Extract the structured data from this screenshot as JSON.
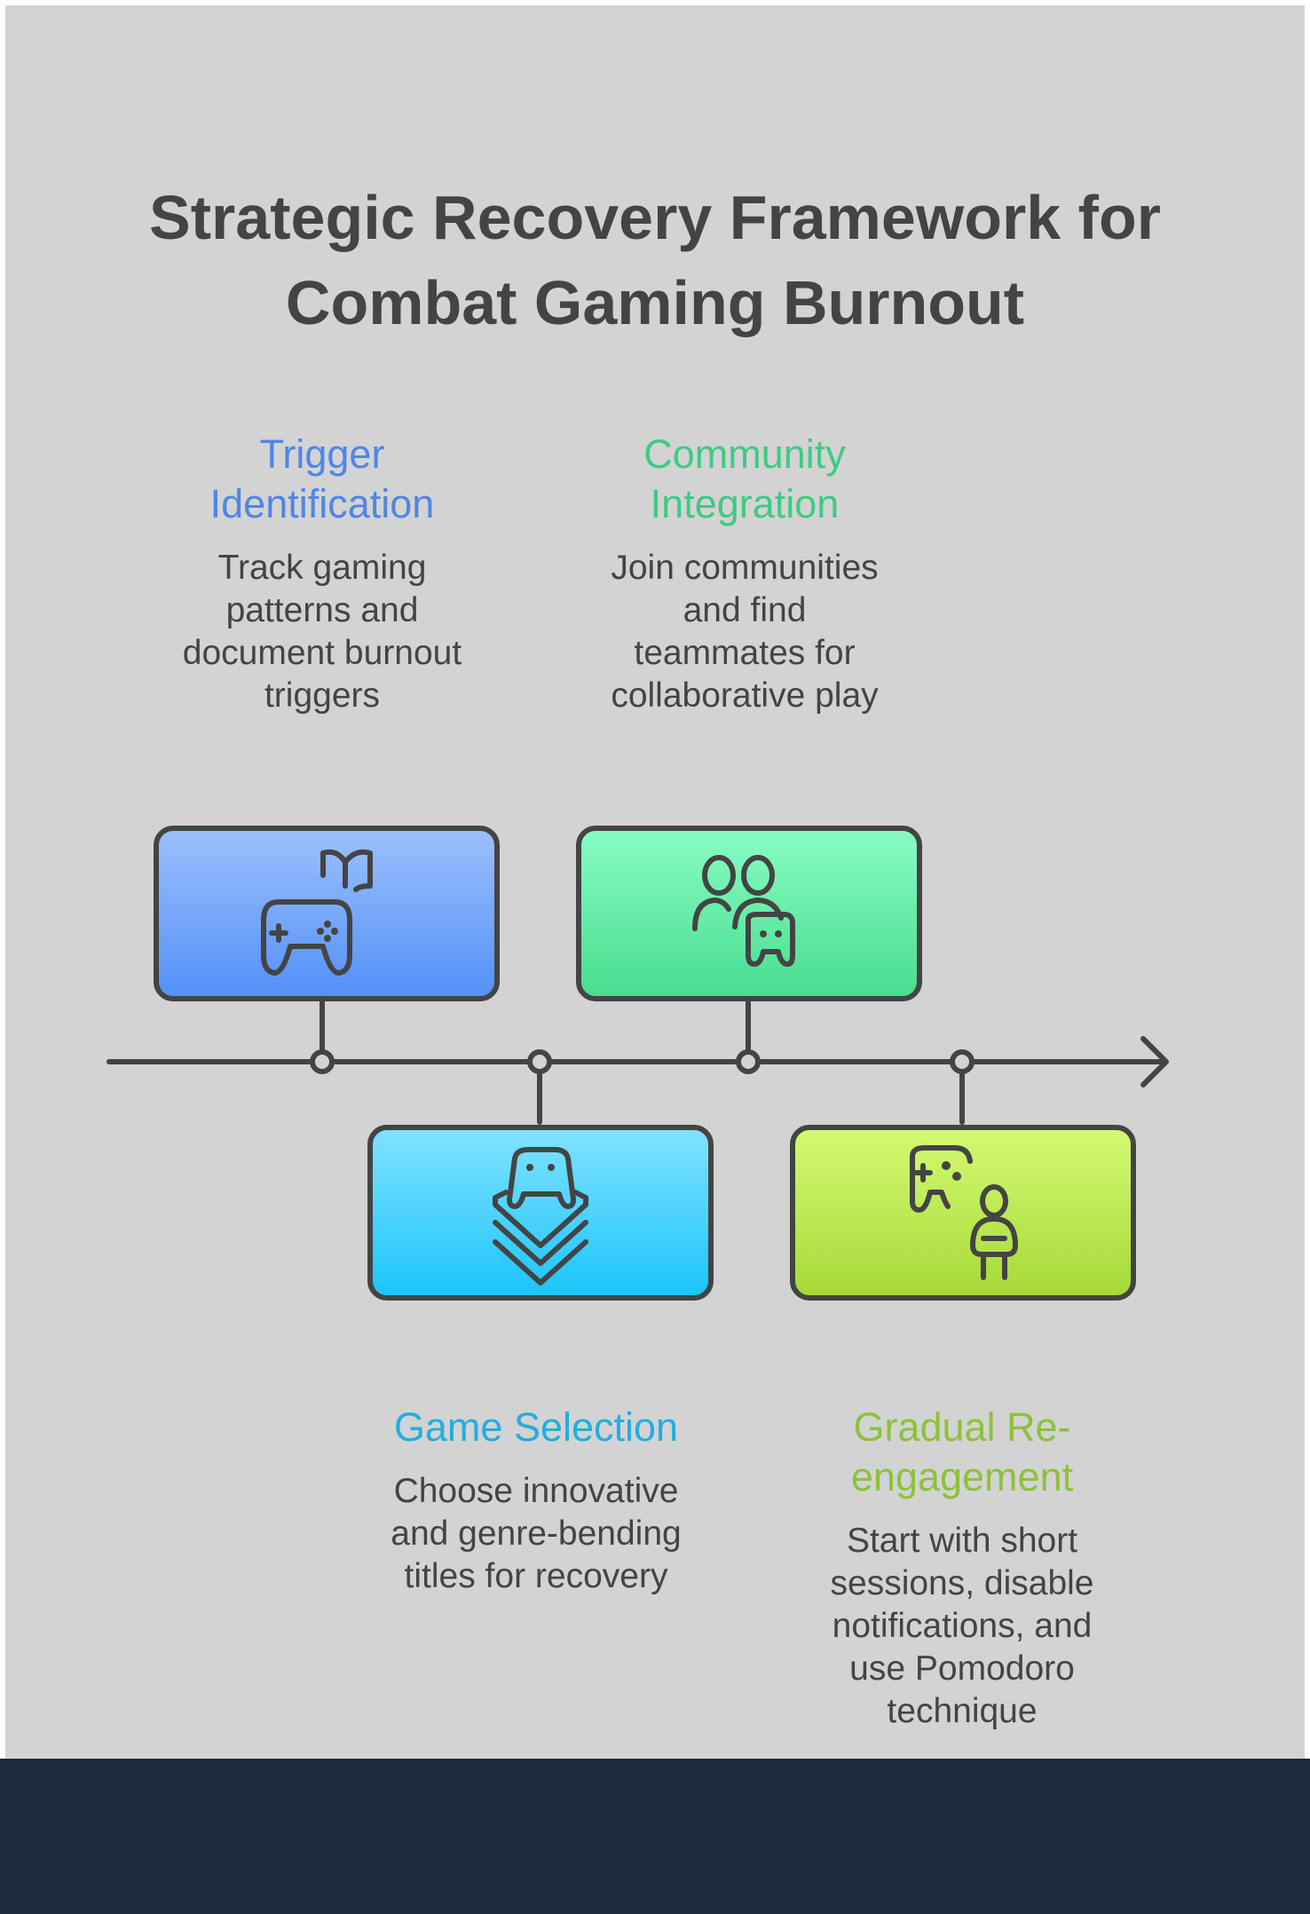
{
  "title": {
    "lines": [
      "Strategic Recovery Framework for",
      "Combat Gaming Burnout"
    ]
  },
  "steps": [
    {
      "heading": [
        "Trigger",
        "Identification"
      ],
      "description": [
        "Track gaming",
        "patterns and",
        "document burnout",
        "triggers"
      ],
      "color": "#4f86e6",
      "icon": "gamepad-book-icon"
    },
    {
      "heading": [
        "Game Selection"
      ],
      "description": [
        "Choose innovative",
        "and genre-bending",
        "titles for recovery"
      ],
      "color": "#22aee0",
      "icon": "gamepad-layers-icon"
    },
    {
      "heading": [
        "Community",
        "Integration"
      ],
      "description": [
        "Join communities",
        "and find",
        "teammates for",
        "collaborative play"
      ],
      "color": "#3dcb84",
      "icon": "people-gamepad-icon"
    },
    {
      "heading": [
        "Gradual Re-",
        "engagement"
      ],
      "description": [
        "Start with short",
        "sessions, disable",
        "notifications, and",
        "use Pomodoro",
        "technique"
      ],
      "color": "#8dc23a",
      "icon": "gamepad-person-icon"
    }
  ]
}
